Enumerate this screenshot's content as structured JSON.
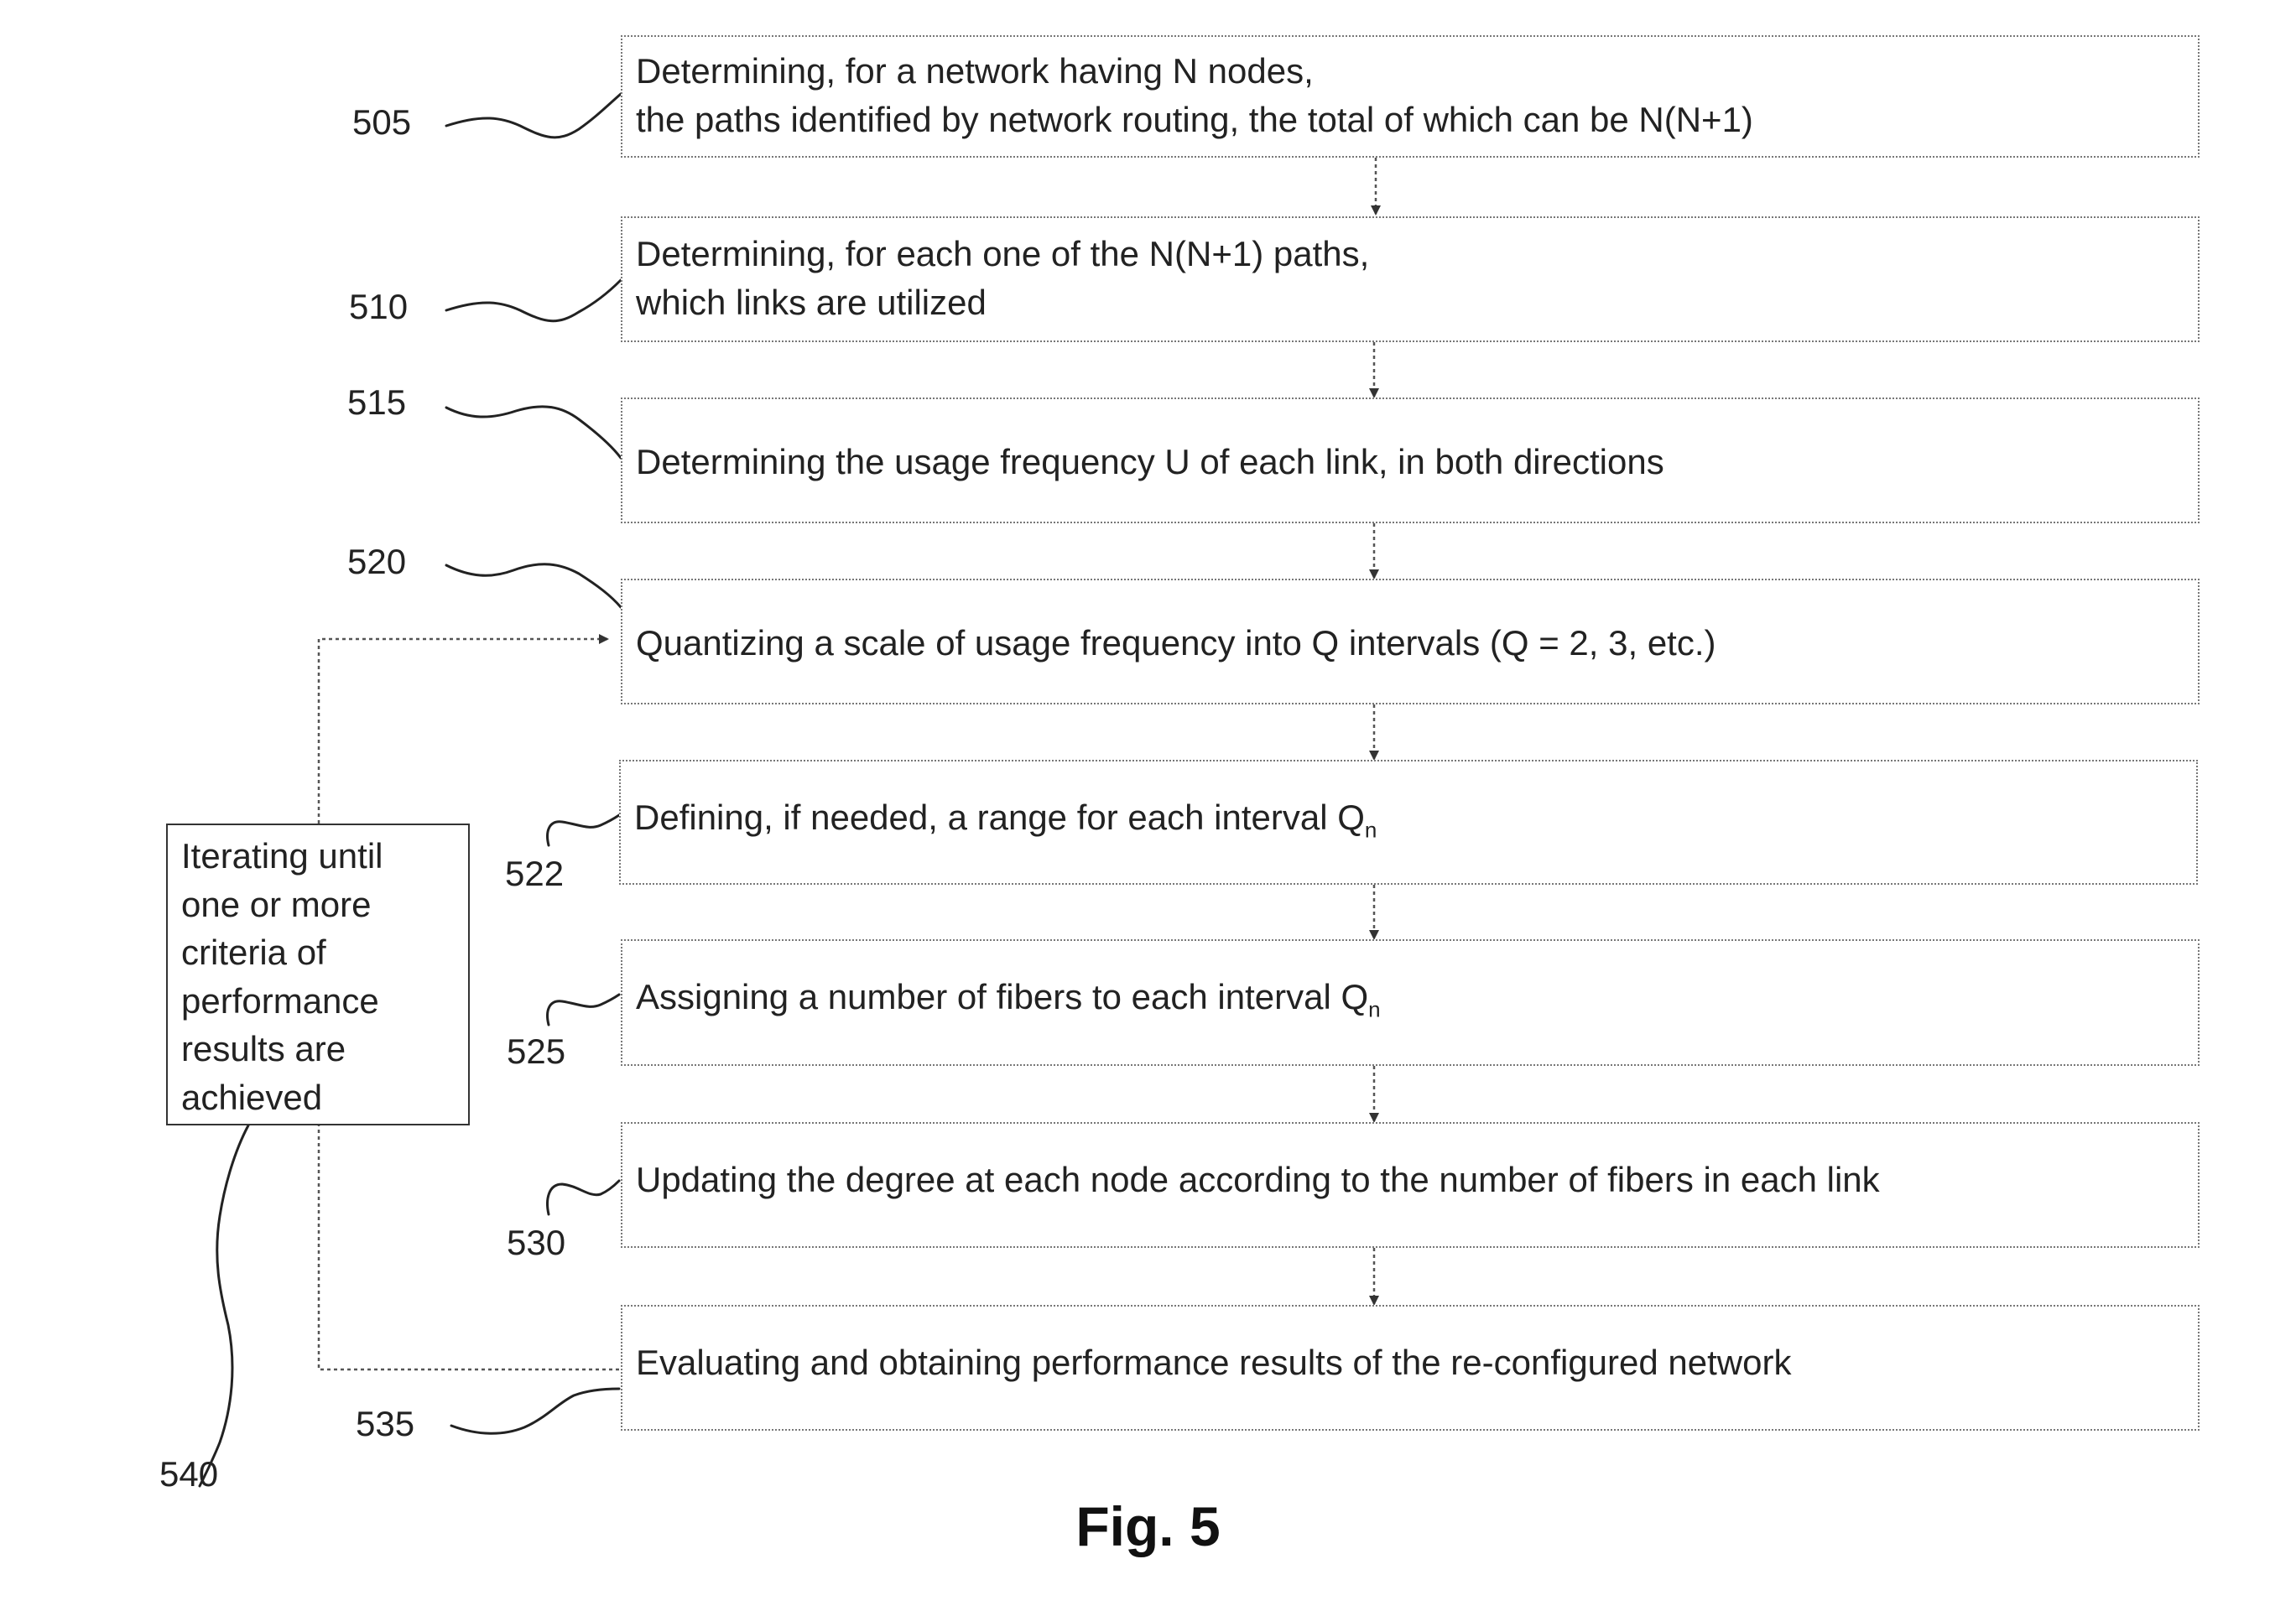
{
  "steps": [
    {
      "ref": "505",
      "line1": "Determining, for a network having N nodes,",
      "line2": "the paths identified by network routing, the total of which can be N(N+1)"
    },
    {
      "ref": "510",
      "line1": "Determining, for each one of the N(N+1) paths,",
      "line2": "which links are utilized"
    },
    {
      "ref": "515",
      "line1": "Determining the usage frequency U of each link, in both directions",
      "line2": ""
    },
    {
      "ref": "520",
      "line1": "Quantizing a scale of usage frequency into Q intervals (Q = 2, 3, etc.)",
      "line2": ""
    },
    {
      "ref": "522",
      "line1": "Defining, if needed, a range for each interval Q",
      "sub": "n",
      "line2": ""
    },
    {
      "ref": "525",
      "line1": "Assigning a number of fibers to each interval Q",
      "sub": "n",
      "line2": ""
    },
    {
      "ref": "530",
      "line1": "Updating the degree at each node according to the number of fibers in each link",
      "line2": ""
    },
    {
      "ref": "535",
      "line1": "Evaluating and obtaining performance results of the re-configured network",
      "line2": ""
    }
  ],
  "iteration": {
    "ref": "540",
    "text": "Iterating until\none or more\ncriteria of\nperformance\nresults are\nachieved"
  },
  "figure_title": "Fig. 5"
}
